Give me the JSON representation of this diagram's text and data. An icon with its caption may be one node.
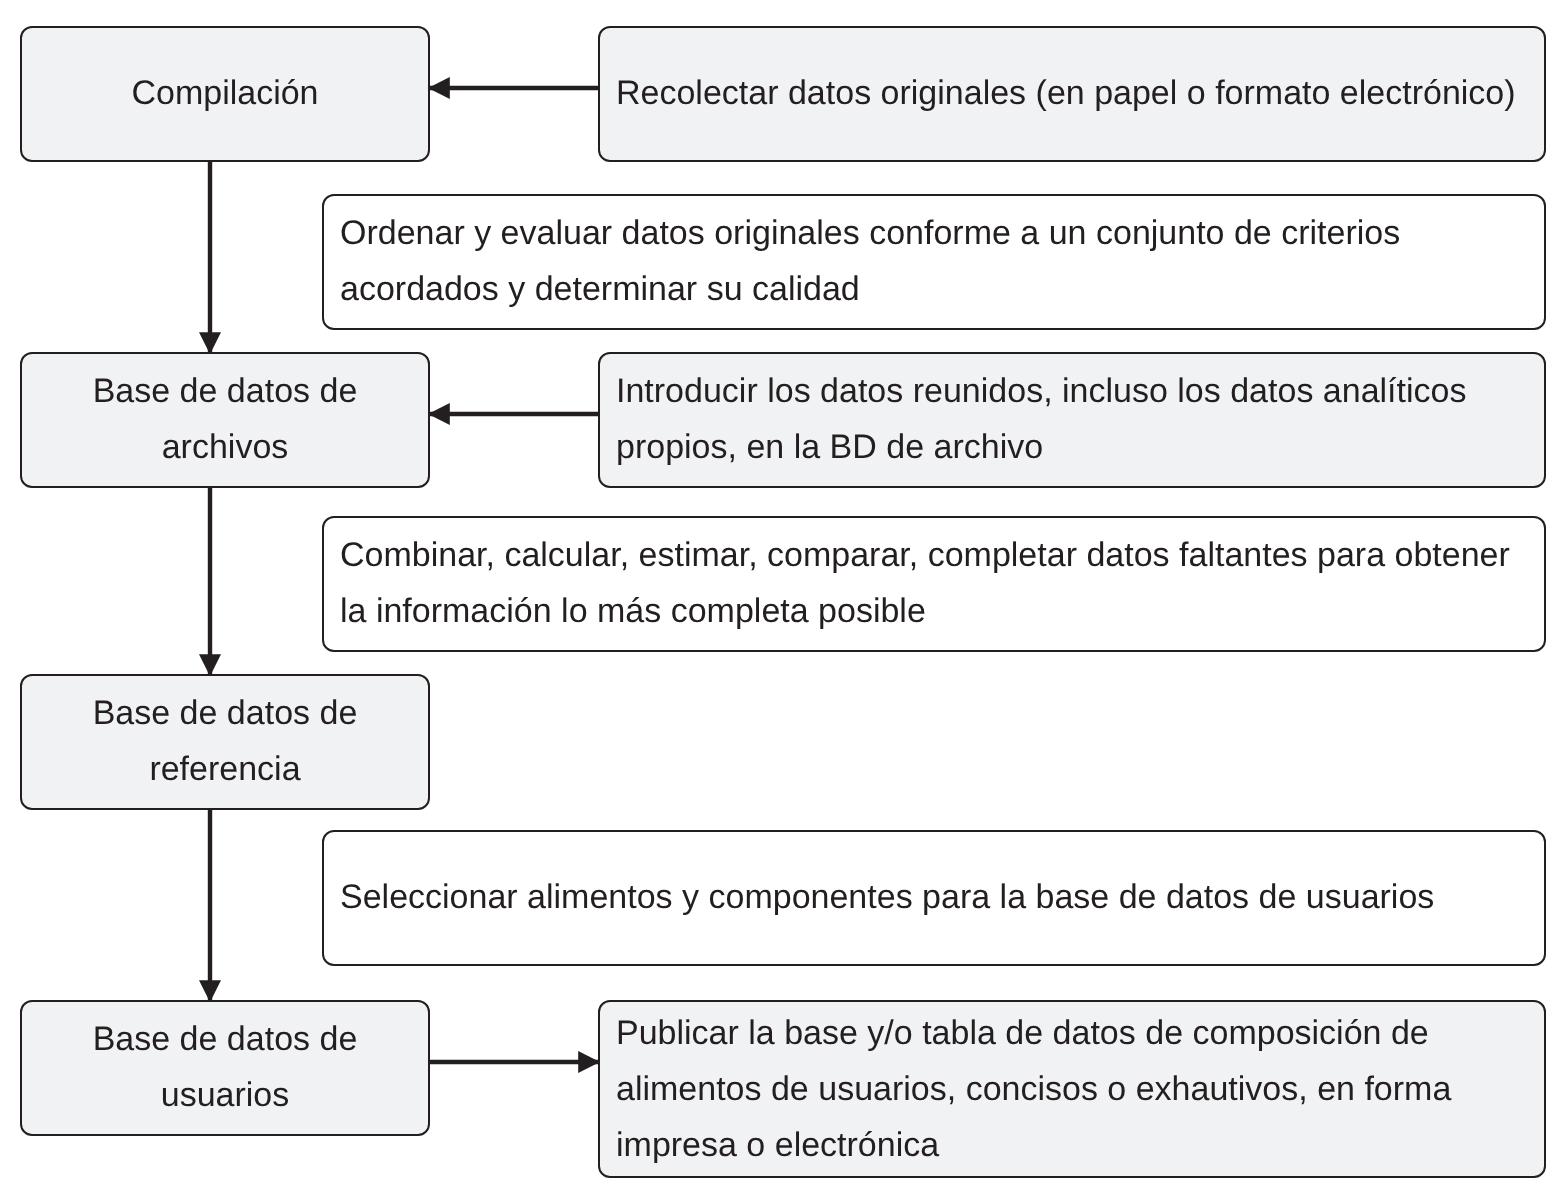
{
  "diagram": {
    "nodes": [
      {
        "text": [
          "Compilación"
        ]
      },
      {
        "text": [
          "Recolectar datos originales (en papel o formato electrónico)"
        ]
      },
      {
        "text": [
          "Ordenar y evaluar datos originales conforme a un conjunto de criterios acordados y determinar su calidad"
        ]
      },
      {
        "text": [
          "Base de datos de archivos"
        ]
      },
      {
        "text": [
          "Introducir los datos reunidos, incluso los datos analíticos propios, en la BD de archivo"
        ]
      },
      {
        "text": [
          "Combinar, calcular, estimar, comparar, completar datos faltantes para obtener la información lo más completa posible"
        ]
      },
      {
        "text": [
          "Base de datos de referencia"
        ]
      },
      {
        "text": [
          "Seleccionar alimentos y componentes para la base de datos de usuarios"
        ]
      },
      {
        "text": [
          "Base de datos de usuarios"
        ]
      },
      {
        "text": [
          "Publicar la base y/o tabla de datos de composición de alimentos de usuarios, concisos o exhautivos, en forma impresa o electrónica"
        ]
      }
    ],
    "edges": [
      {
        "from": 1,
        "to": 0,
        "arrow": "to"
      },
      {
        "from": 0,
        "to": 3,
        "arrow": "to"
      },
      {
        "from": 4,
        "to": 3,
        "arrow": "to"
      },
      {
        "from": 3,
        "to": 6,
        "arrow": "to"
      },
      {
        "from": 6,
        "to": 8,
        "arrow": "to"
      },
      {
        "from": 8,
        "to": 9,
        "arrow": "to"
      }
    ]
  }
}
